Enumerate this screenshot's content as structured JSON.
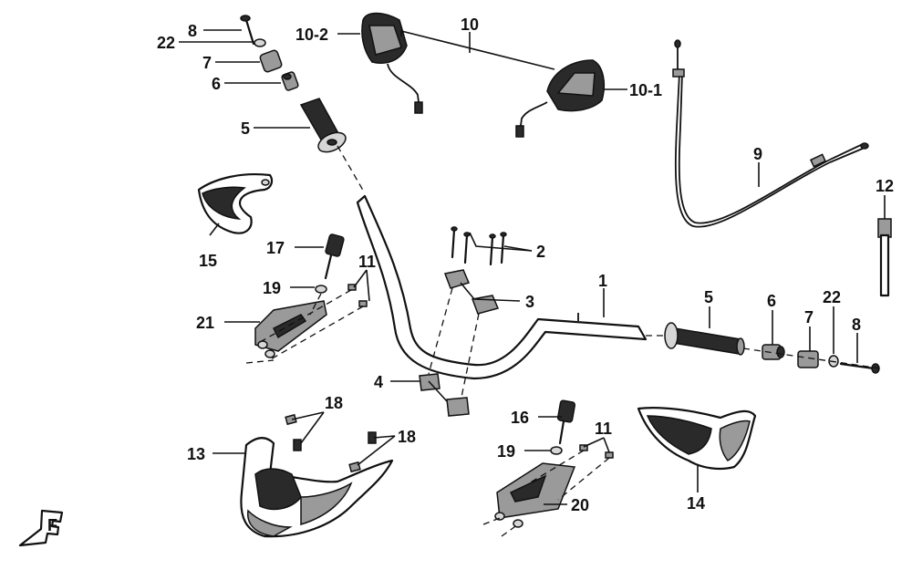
{
  "labels": {
    "l8a": "8",
    "l22a": "22",
    "l7a": "7",
    "l6a": "6",
    "l5a": "5",
    "l10_2": "10-2",
    "l10": "10",
    "l10_1": "10-1",
    "l9": "9",
    "l12": "12",
    "l15": "15",
    "l17": "17",
    "l19a": "19",
    "l11a": "11",
    "l21": "21",
    "l2": "2",
    "l3": "3",
    "l1": "1",
    "l5b": "5",
    "l6b": "6",
    "l7b": "7",
    "l22b": "22",
    "l8b": "8",
    "l4": "4",
    "l18a": "18",
    "l18b": "18",
    "l13": "13",
    "l16": "16",
    "l19b": "19",
    "l11b": "11",
    "l20": "20",
    "l14": "14"
  },
  "front_marker": "F"
}
